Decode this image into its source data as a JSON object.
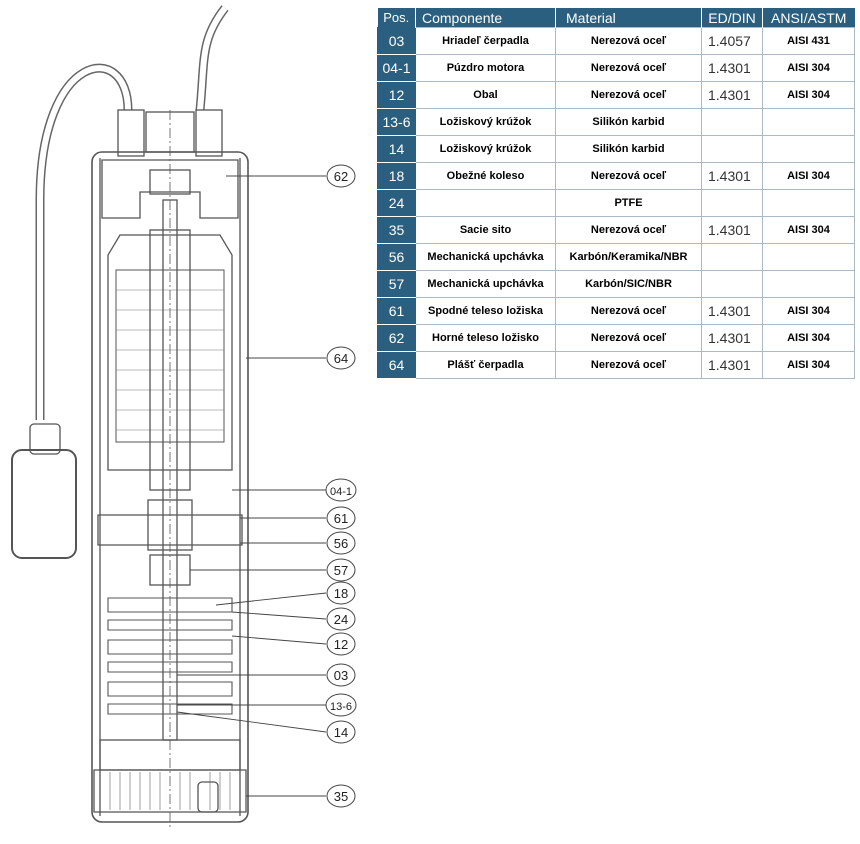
{
  "colors": {
    "header_bg": "#2b5f7f",
    "header_text": "#ffffff",
    "grid": "#a9b9c6",
    "drawing_line": "#555555"
  },
  "table": {
    "headers": {
      "pos": "Pos.",
      "component": "Componente",
      "material": "Material",
      "din": "ED/DIN",
      "ansi": "ANSI/ASTM"
    },
    "rows": [
      {
        "pos": "03",
        "component": "Hriadeľ čerpadla",
        "material": "Nerezová oceľ",
        "din": "1.4057",
        "ansi": "AISI 431"
      },
      {
        "pos": "04-1",
        "component": "Púzdro motora",
        "material": "Nerezová oceľ",
        "din": "1.4301",
        "ansi": "AISI 304"
      },
      {
        "pos": "12",
        "component": "Obal",
        "material": "Nerezová oceľ",
        "din": "1.4301",
        "ansi": "AISI 304"
      },
      {
        "pos": "13-6",
        "component": "Ložiskový krúžok",
        "material": "Silikón karbid",
        "din": "",
        "ansi": ""
      },
      {
        "pos": "14",
        "component": "Ložiskový krúžok",
        "material": "Silikón karbid",
        "din": "",
        "ansi": ""
      },
      {
        "pos": "18",
        "component": "Obežné koleso",
        "material": "Nerezová oceľ",
        "din": "1.4301",
        "ansi": "AISI 304"
      },
      {
        "pos": "24",
        "component": "",
        "material": "PTFE",
        "din": "",
        "ansi": ""
      },
      {
        "pos": "35",
        "component": "Sacie sito",
        "material": "Nerezová oceľ",
        "din": "1.4301",
        "ansi": "AISI 304"
      },
      {
        "pos": "56",
        "component": "Mechanická upchávka",
        "material": "Karbón/Keramika/NBR",
        "din": "",
        "ansi": ""
      },
      {
        "pos": "57",
        "component": "Mechanická upchávka",
        "material": "Karbón/SIC/NBR",
        "din": "",
        "ansi": ""
      },
      {
        "pos": "61",
        "component": "Spodné teleso ložiska",
        "material": "Nerezová oceľ",
        "din": "1.4301",
        "ansi": "AISI 304"
      },
      {
        "pos": "62",
        "component": "Horné teleso ložisko",
        "material": "Nerezová oceľ",
        "din": "1.4301",
        "ansi": "AISI 304"
      },
      {
        "pos": "64",
        "component": "Plášť čerpadla",
        "material": "Nerezová oceľ",
        "din": "1.4301",
        "ansi": "AISI 304"
      }
    ]
  },
  "callouts": [
    "62",
    "64",
    "04-1",
    "61",
    "56",
    "57",
    "18",
    "24",
    "12",
    "03",
    "13-6",
    "14",
    "35"
  ]
}
